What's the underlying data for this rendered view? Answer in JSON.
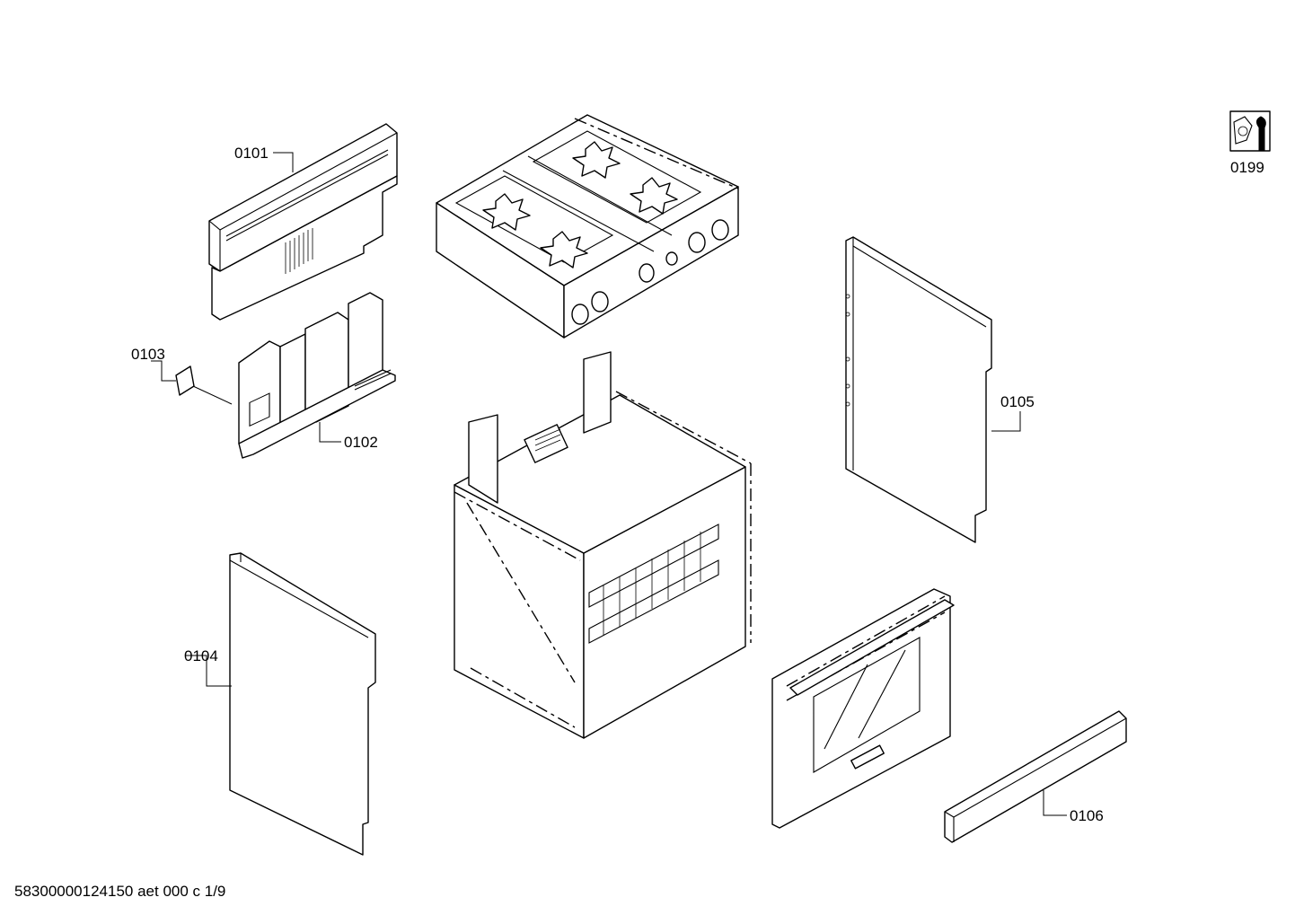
{
  "diagram": {
    "labels": {
      "p0101": "0101",
      "p0102": "0102",
      "p0103": "0103",
      "p0104": "0104",
      "p0105": "0105",
      "p0106": "0106",
      "p0199": "0199"
    },
    "footer": "58300000124150 aet 000 c 1/9",
    "icons": {
      "service_kit": "wrench-nut-icon"
    }
  }
}
